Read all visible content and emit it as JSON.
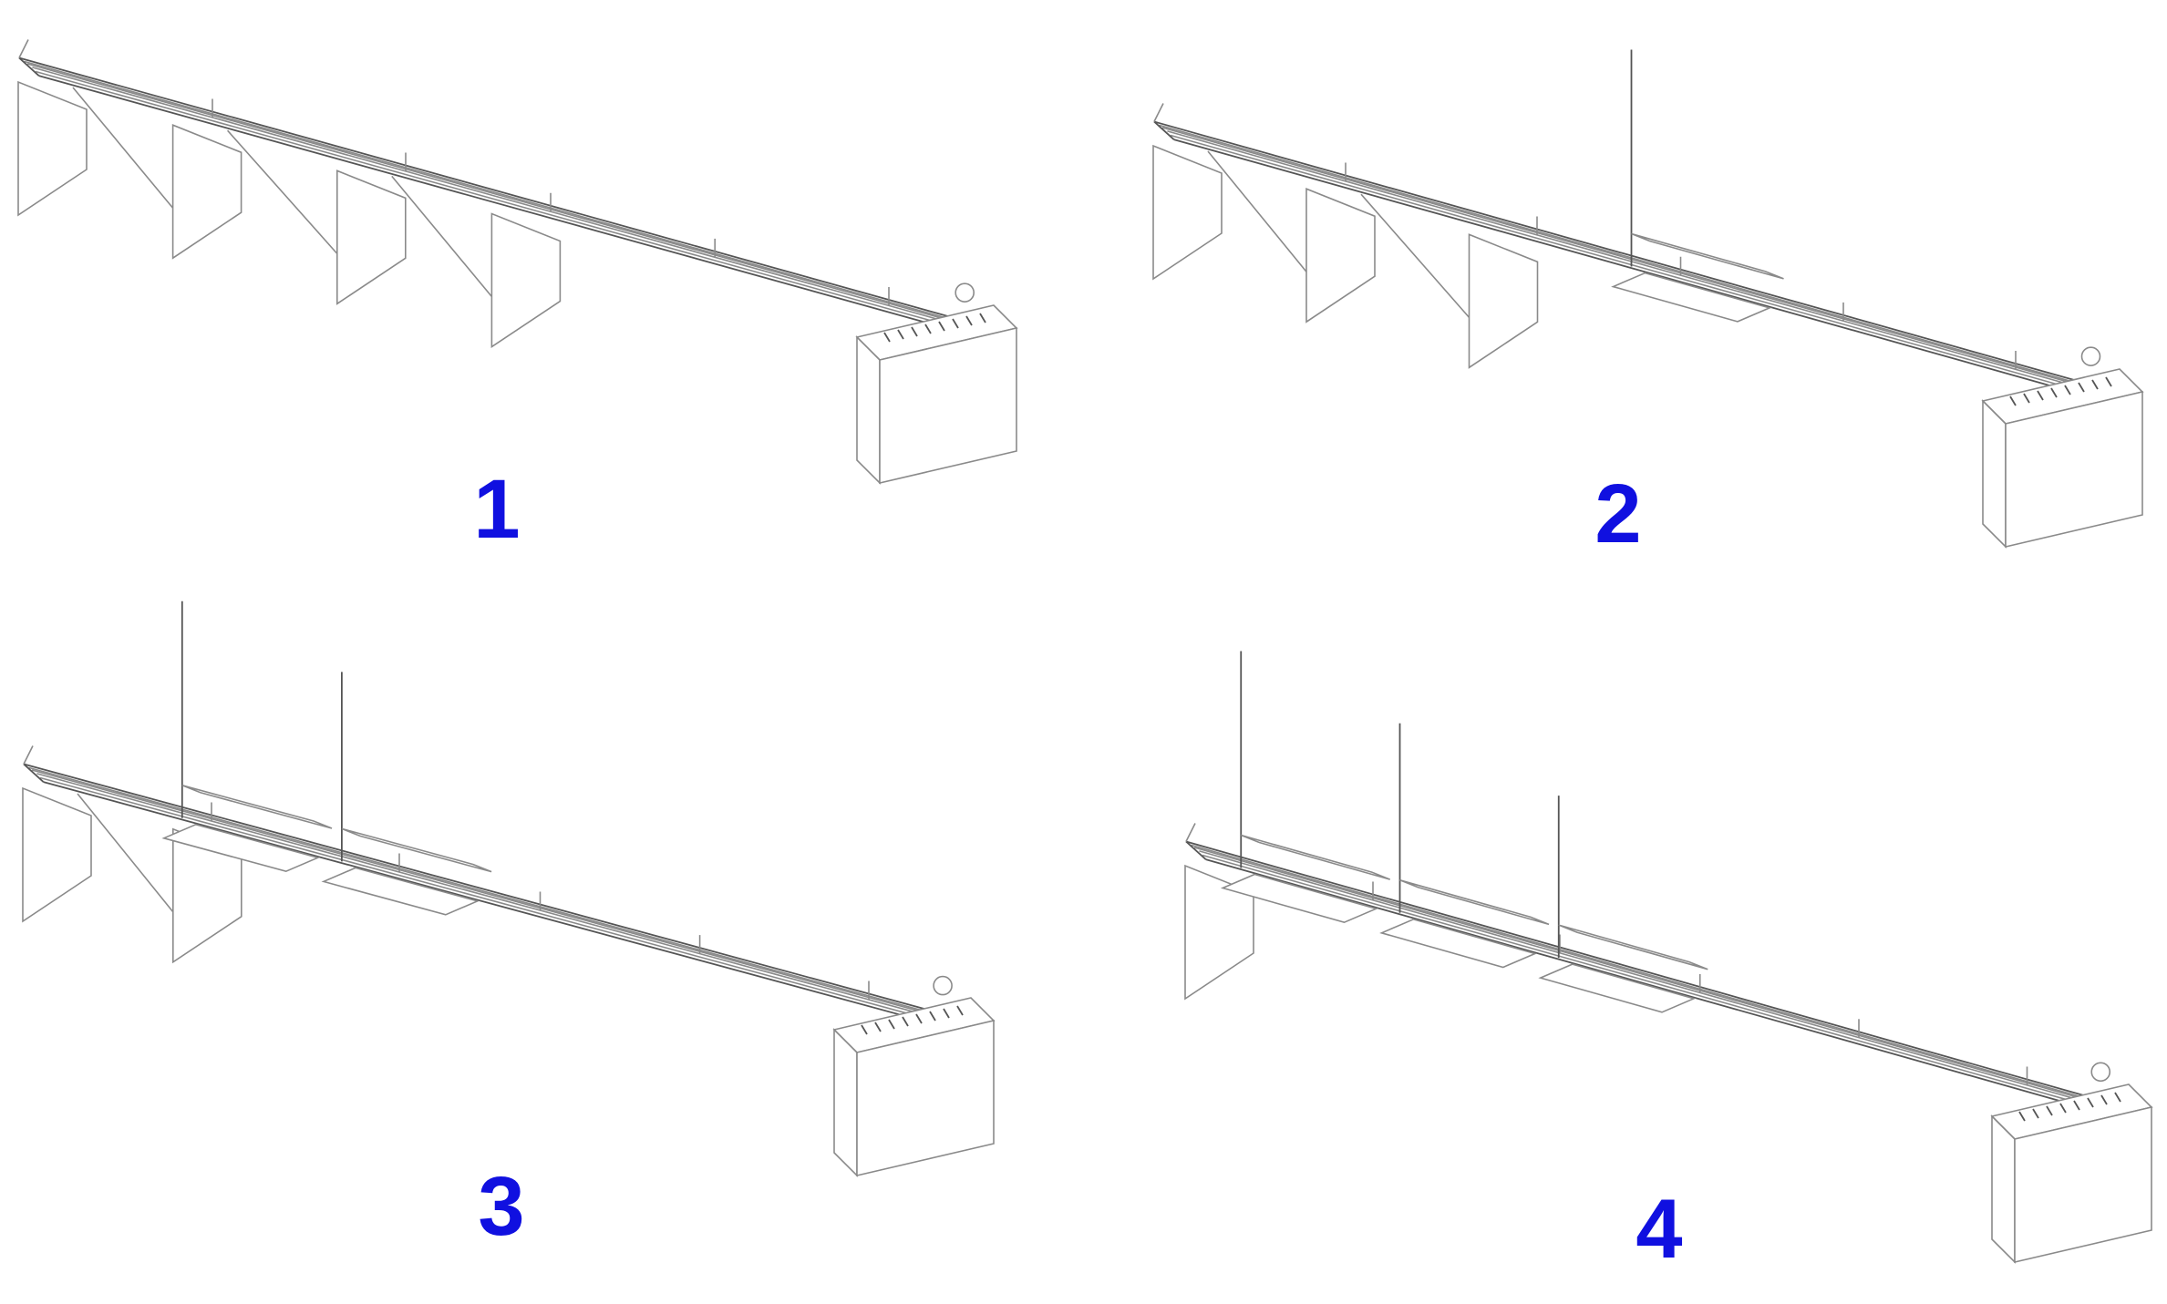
{
  "panels": [
    {
      "label": "1",
      "supports_remaining": 3,
      "props": 0
    },
    {
      "label": "2",
      "supports_remaining": 2,
      "props": 1
    },
    {
      "label": "3",
      "supports_remaining": 1,
      "props": 2
    },
    {
      "label": "4",
      "supports_remaining": 0,
      "props": 3
    }
  ],
  "colors": {
    "label": "#1010e0",
    "line": "#8a8a8a"
  }
}
